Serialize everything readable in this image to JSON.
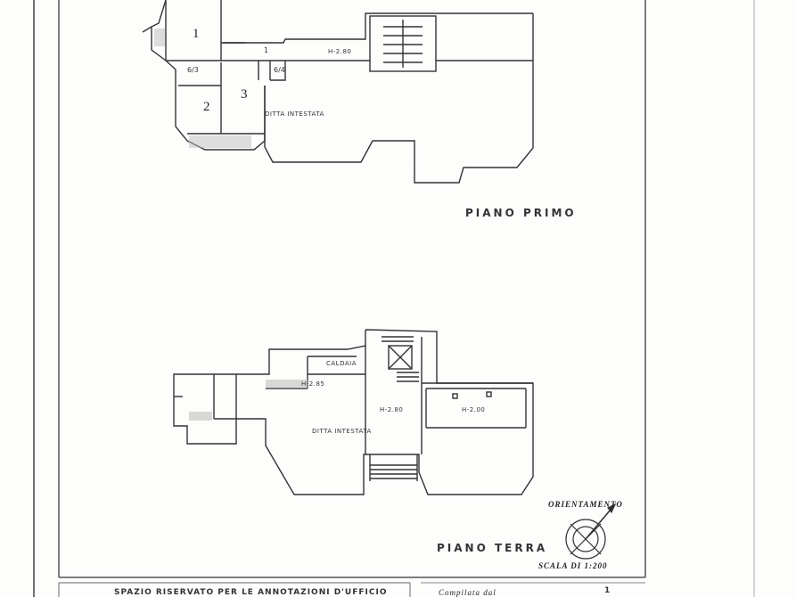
{
  "plan_top": {
    "title": "PIANO   PRIMO",
    "rooms": [
      "1",
      "2",
      "3"
    ],
    "labels": {
      "ditta": "DITTA INTESTATA",
      "height": "H-2.80",
      "r1": "6/3",
      "r2": "6/4",
      "r3": "1"
    }
  },
  "plan_bottom": {
    "title": "PIANO   TERRA",
    "labels": {
      "caldaia": "CALDAIA",
      "ditta": "DITTA INTESTATA",
      "h1": "H-2.85",
      "h2": "H-2.80",
      "h3": "H-2.00"
    }
  },
  "orientation": {
    "title": "ORIENTAMENTO",
    "scale": "SCALA DI 1:200"
  },
  "footer": {
    "left": "SPAZIO RISERVATO PER LE ANNOTAZIONI D'UFFICIO",
    "middle": "Compilata dal",
    "right": "1"
  }
}
